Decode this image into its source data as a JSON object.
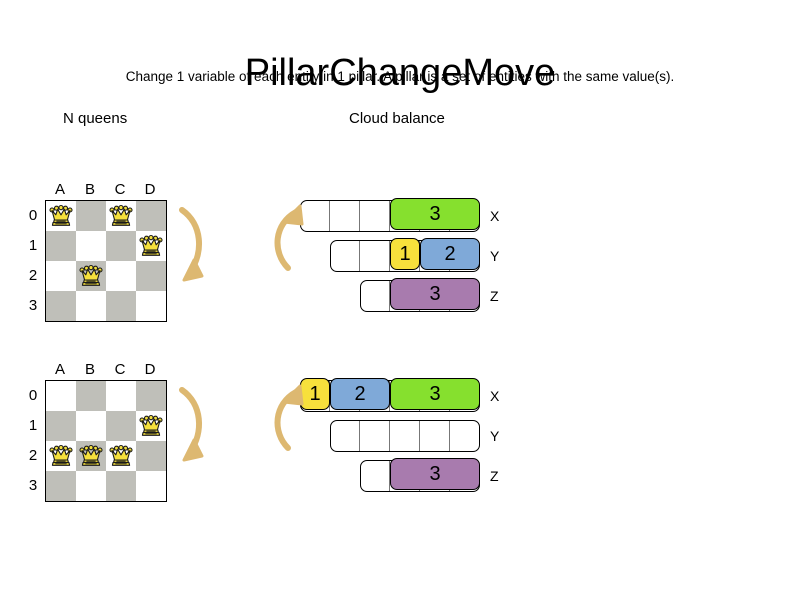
{
  "header": {
    "title": "PillarChangeMove",
    "subtitle": "Change 1 variable of each entity in 1 pillar. A pillar is a set of entities with the same value(s)."
  },
  "sections": {
    "nqueens_heading": "N queens",
    "cloud_heading": "Cloud balance"
  },
  "colors": {
    "board_light": "#ffffff",
    "board_dark": "#bfbfb9",
    "queen_fill": "#f5e03c",
    "queen_outline": "#1a1a1a",
    "arrow": "#ddb871",
    "arrow_dark": "#c8973c",
    "green": "#86e02e",
    "blue": "#7fa9d8",
    "yellow": "#f7e03c",
    "purple": "#a87bae",
    "bar_border": "#000000",
    "bar_background": "#ffffff"
  },
  "nqueens": {
    "column_labels": [
      "A",
      "B",
      "C",
      "D"
    ],
    "row_labels": [
      "0",
      "1",
      "2",
      "3"
    ],
    "boards": [
      {
        "name": "before",
        "queens": [
          {
            "col": 0,
            "row": 0,
            "cell": "A0"
          },
          {
            "col": 2,
            "row": 0,
            "cell": "C0"
          },
          {
            "col": 3,
            "row": 1,
            "cell": "D1"
          },
          {
            "col": 1,
            "row": 2,
            "cell": "B2"
          }
        ]
      },
      {
        "name": "after",
        "queens": [
          {
            "col": 3,
            "row": 1,
            "cell": "D1"
          },
          {
            "col": 0,
            "row": 2,
            "cell": "A2"
          },
          {
            "col": 1,
            "row": 2,
            "cell": "B2"
          },
          {
            "col": 2,
            "row": 2,
            "cell": "C2"
          }
        ]
      }
    ]
  },
  "cloud_balance": {
    "unit_width": 30,
    "boards": [
      {
        "name": "before",
        "rows": [
          {
            "label": "X",
            "empty_units": 3,
            "total_units": 6,
            "segments": [
              {
                "value": "3",
                "units": 3,
                "color": "#86e02e"
              }
            ]
          },
          {
            "label": "Y",
            "empty_units": 2,
            "total_units": 5,
            "segments": [
              {
                "value": "1",
                "units": 1,
                "color": "#f7e03c"
              },
              {
                "value": "2",
                "units": 2,
                "color": "#7fa9d8"
              }
            ]
          },
          {
            "label": "Z",
            "empty_units": 1,
            "total_units": 4,
            "segments": [
              {
                "value": "3",
                "units": 3,
                "color": "#a87bae"
              }
            ]
          }
        ]
      },
      {
        "name": "after",
        "rows": [
          {
            "label": "X",
            "empty_units": 0,
            "total_units": 6,
            "segments": [
              {
                "value": "1",
                "units": 1,
                "color": "#f7e03c"
              },
              {
                "value": "2",
                "units": 2,
                "color": "#7fa9d8"
              },
              {
                "value": "3",
                "units": 3,
                "color": "#86e02e"
              }
            ]
          },
          {
            "label": "Y",
            "empty_units": 5,
            "total_units": 5,
            "segments": []
          },
          {
            "label": "Z",
            "empty_units": 1,
            "total_units": 4,
            "segments": [
              {
                "value": "3",
                "units": 3,
                "color": "#a87bae"
              }
            ]
          }
        ]
      }
    ]
  },
  "arrows": [
    {
      "name": "nqueens-move-arrow-top",
      "direction": "down"
    },
    {
      "name": "cloud-move-arrow-top",
      "direction": "up"
    },
    {
      "name": "nqueens-move-arrow-bottom",
      "direction": "down"
    },
    {
      "name": "cloud-move-arrow-bottom",
      "direction": "up"
    }
  ]
}
